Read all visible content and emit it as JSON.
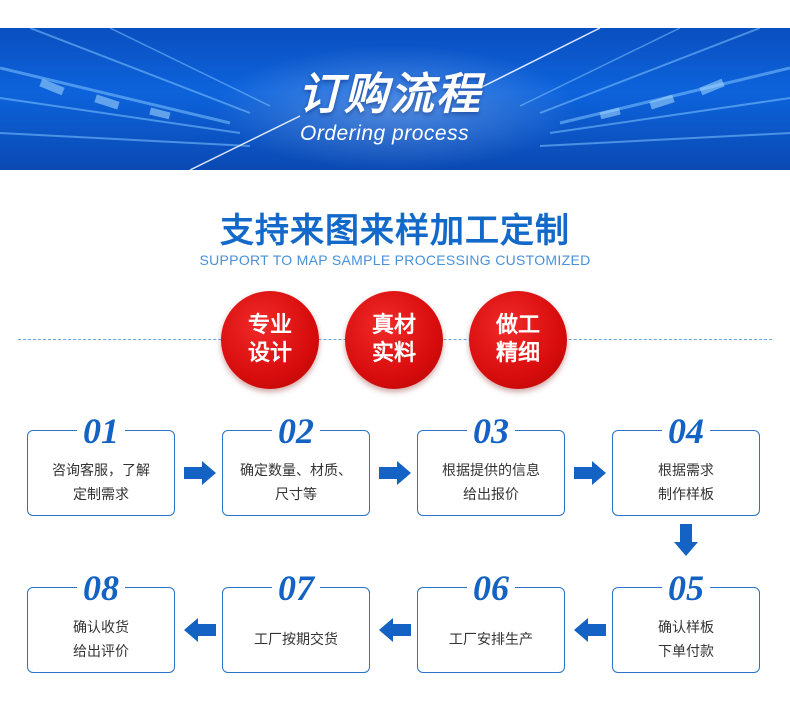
{
  "banner": {
    "title": "订购流程",
    "subtitle": "Ordering process"
  },
  "headline": {
    "title": "支持来图来样加工定制",
    "subtitle": "SUPPORT TO MAP SAMPLE PROCESSING CUSTOMIZED"
  },
  "badges": [
    {
      "line1": "专业",
      "line2": "设计"
    },
    {
      "line1": "真材",
      "line2": "实料"
    },
    {
      "line1": "做工",
      "line2": "精细"
    }
  ],
  "steps": [
    {
      "num": "01",
      "line1": "咨询客服，了解",
      "line2": "定制需求"
    },
    {
      "num": "02",
      "line1": "确定数量、材质、",
      "line2": "尺寸等"
    },
    {
      "num": "03",
      "line1": "根据提供的信息",
      "line2": "给出报价"
    },
    {
      "num": "04",
      "line1": "根据需求",
      "line2": "制作样板"
    },
    {
      "num": "05",
      "line1": "确认样板",
      "line2": "下单付款"
    },
    {
      "num": "06",
      "line1": "工厂安排生产"
    },
    {
      "num": "07",
      "line1": "工厂按期交货"
    },
    {
      "num": "08",
      "line1": "确认收货",
      "line2": "给出评价"
    }
  ],
  "colors": {
    "primary_blue": "#1269c9",
    "badge_red": "#d80c0c",
    "arrow_blue": "#1462c4"
  }
}
